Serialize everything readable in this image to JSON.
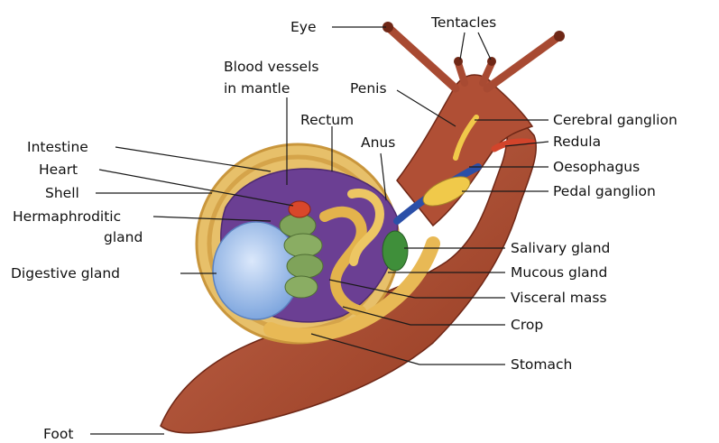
{
  "labels": {
    "eye": "Eye",
    "tentacles": "Tentacles",
    "blood_vessels_line1": "Blood vessels",
    "blood_vessels_line2": "in mantle",
    "penis": "Penis",
    "rectum": "Rectum",
    "anus": "Anus",
    "intestine": "Intestine",
    "heart": "Heart",
    "shell": "Shell",
    "hermaphroditic_line1": "Hermaphroditic",
    "hermaphroditic_line2": "gland",
    "digestive_gland": "Digestive gland",
    "foot": "Foot",
    "cerebral_ganglion": "Cerebral ganglion",
    "redula": "Redula",
    "oesophagus": "Oesophagus",
    "pedal_ganglion": "Pedal ganglion",
    "salivary_gland": "Salivary gland",
    "mucous_gland": "Mucous gland",
    "visceral_mass": "Visceral mass",
    "crop": "Crop",
    "stomach": "Stomach"
  },
  "colors": {
    "body": "#b5533c",
    "body_dark": "#7c2b1c",
    "shell": "#e7c06a",
    "shell_rim": "#c9963c",
    "mantle": "#7c4ea0",
    "digestive_gland": "#8fb5e6",
    "hermaphroditic_gland": "#7fa35a",
    "heart": "#d9472a",
    "salivary_gland": "#3f8f3a",
    "oesophagus": "#2b4fa8",
    "ganglion": "#f0c94a"
  }
}
